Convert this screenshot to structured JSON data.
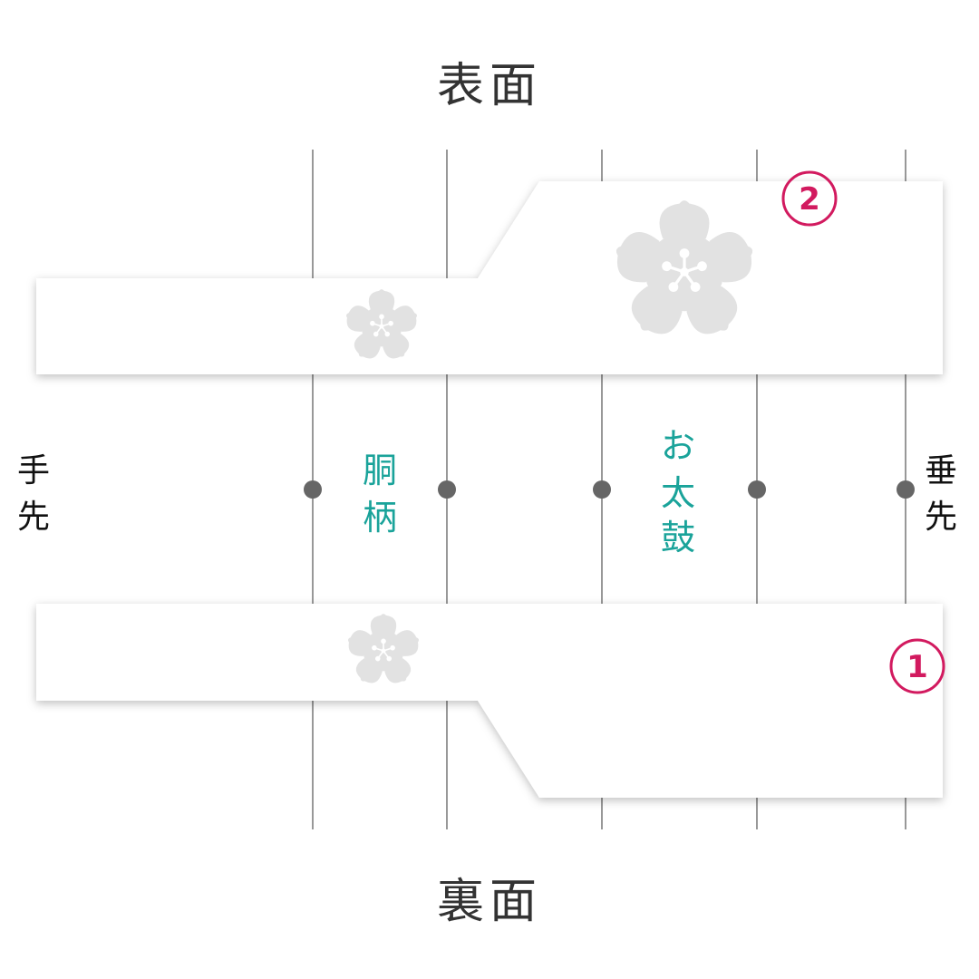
{
  "labels": {
    "front_face": "表面",
    "back_face": "裏面",
    "left_end": [
      "手",
      "先"
    ],
    "right_end": [
      "垂",
      "先"
    ]
  },
  "sections": {
    "dogara": [
      "胴",
      "柄"
    ],
    "otaiko": [
      "お",
      "太",
      "鼓"
    ]
  },
  "badges": {
    "front": "2",
    "back": "1"
  },
  "colors": {
    "accent_pink": "#d21a5f",
    "section_teal": "#1aa39a",
    "marker_gray": "#666666",
    "guide_gray": "#555555",
    "blossom_gray": "#e2e2e2",
    "panel_white": "#ffffff"
  },
  "icons": {
    "blossom": "sakura-icon"
  }
}
